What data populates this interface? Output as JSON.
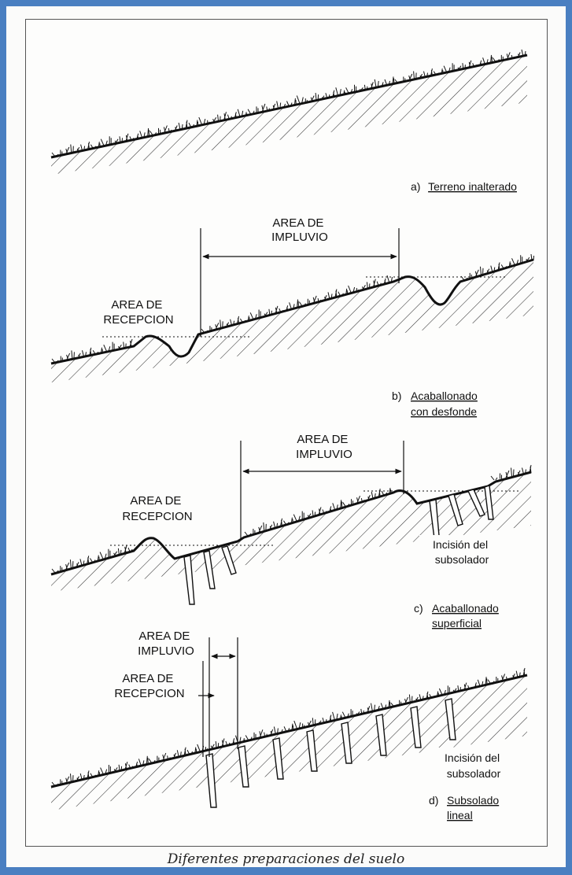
{
  "figure": {
    "caption": "Diferentes preparaciones del suelo",
    "accent_color": "#4a7fc1",
    "panels": [
      {
        "letter": "a)",
        "label_lines": [
          "Terreno inalterado"
        ]
      },
      {
        "letter": "b)",
        "label_lines": [
          "Acaballonado",
          "con desfonde"
        ],
        "area_impluvio": [
          "AREA DE",
          "IMPLUVIO"
        ],
        "area_recepcion": [
          "AREA DE",
          "RECEPCION"
        ]
      },
      {
        "letter": "c)",
        "label_lines": [
          "Acaballonado",
          "superficial"
        ],
        "area_impluvio": [
          "AREA DE",
          "IMPLUVIO"
        ],
        "area_recepcion": [
          "AREA DE",
          "RECEPCION"
        ],
        "incision": [
          "Incisión del",
          "subsolador"
        ]
      },
      {
        "letter": "d)",
        "label_lines": [
          "Subsolado",
          "lineal"
        ],
        "area_impluvio": [
          "AREA DE",
          "IMPLUVIO"
        ],
        "area_recepcion": [
          "AREA DE",
          "RECEPCION"
        ],
        "incision": [
          "Incisión del",
          "subsolador"
        ]
      }
    ]
  }
}
